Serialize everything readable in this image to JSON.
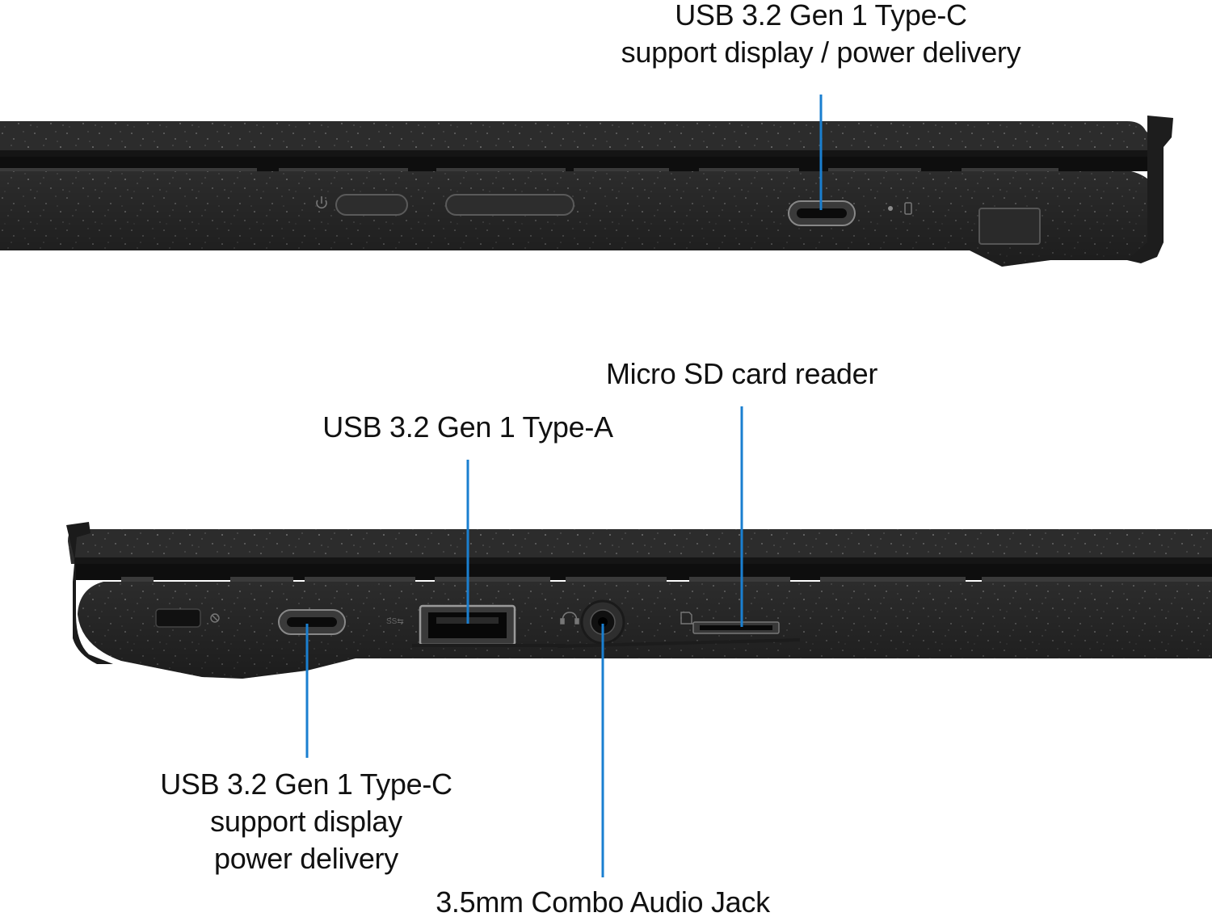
{
  "image": {
    "accent_color": "#1a7fd0",
    "chassis_color": "#2b2b2b",
    "background_color": "#ffffff"
  },
  "right_side_view": {
    "callouts": [
      {
        "lines": [
          "USB 3.2 Gen 1 Type-C",
          "support display / power delivery"
        ]
      }
    ],
    "ports": [
      "power-button",
      "volume-rocker",
      "usb-c-port",
      "battery-led",
      "hinge-tab"
    ]
  },
  "left_side_view": {
    "callouts": [
      {
        "lines": [
          "Micro SD card reader"
        ]
      },
      {
        "lines": [
          "USB 3.2 Gen 1 Type-A"
        ]
      },
      {
        "lines": [
          "USB 3.2 Gen 1 Type-C",
          "support display",
          "power delivery"
        ]
      },
      {
        "lines": [
          "3.5mm Combo Audio Jack"
        ]
      }
    ],
    "ports": [
      "kensington-lock-slot",
      "usb-c-port",
      "usb-a-port",
      "audio-jack",
      "microsd-slot"
    ]
  }
}
